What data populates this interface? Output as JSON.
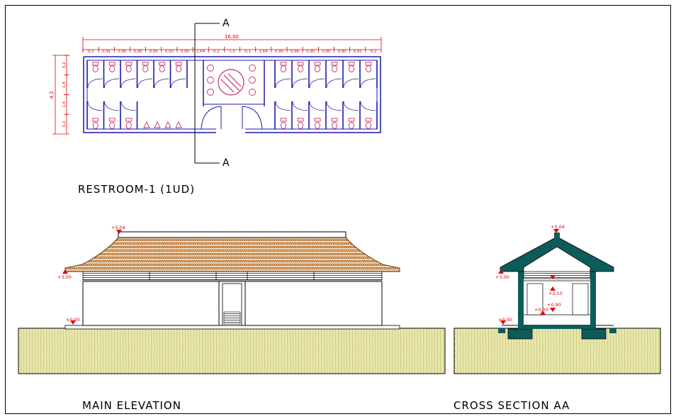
{
  "titles": {
    "plan": "RESTROOM-1 (1UD)",
    "elevation": "MAIN ELEVATION",
    "section": "CROSS SECTION AA"
  },
  "section_marks": {
    "top": "A",
    "bottom": "A"
  },
  "plan_dims": {
    "overall": "16,00",
    "top_row": [
      "0,2",
      "0,91",
      "0,90",
      "0,90",
      "0,90",
      "0,90",
      "0,90",
      "1,64",
      "0,1",
      "1,5",
      "0,1",
      "1,64",
      "0,90",
      "0,90",
      "0,90",
      "0,90",
      "0,90",
      "0,91",
      "0,2"
    ],
    "left_col": [
      "0,2",
      "1,4",
      "1,4",
      "0,2"
    ],
    "left_total": "4,2"
  },
  "levels": {
    "elev_ridge": "+5,04",
    "elev_eave": "+3,00",
    "elev_ground": "±0,00",
    "sec_ridge": "+5,04",
    "sec_eave": "+3,00",
    "sec_mid1": "+2,10",
    "sec_mid2": "+0,90",
    "sec_floor": "+0,00",
    "sec_ground": "±0,00"
  },
  "colors": {
    "plan_walls": "#1a1aa8",
    "fixtures": "#cc2b6a",
    "dims": "#e00000",
    "roof_tiles": "#b5651d",
    "ground_hatch": "#c8c860",
    "section_fill": "#0e5c5a"
  }
}
